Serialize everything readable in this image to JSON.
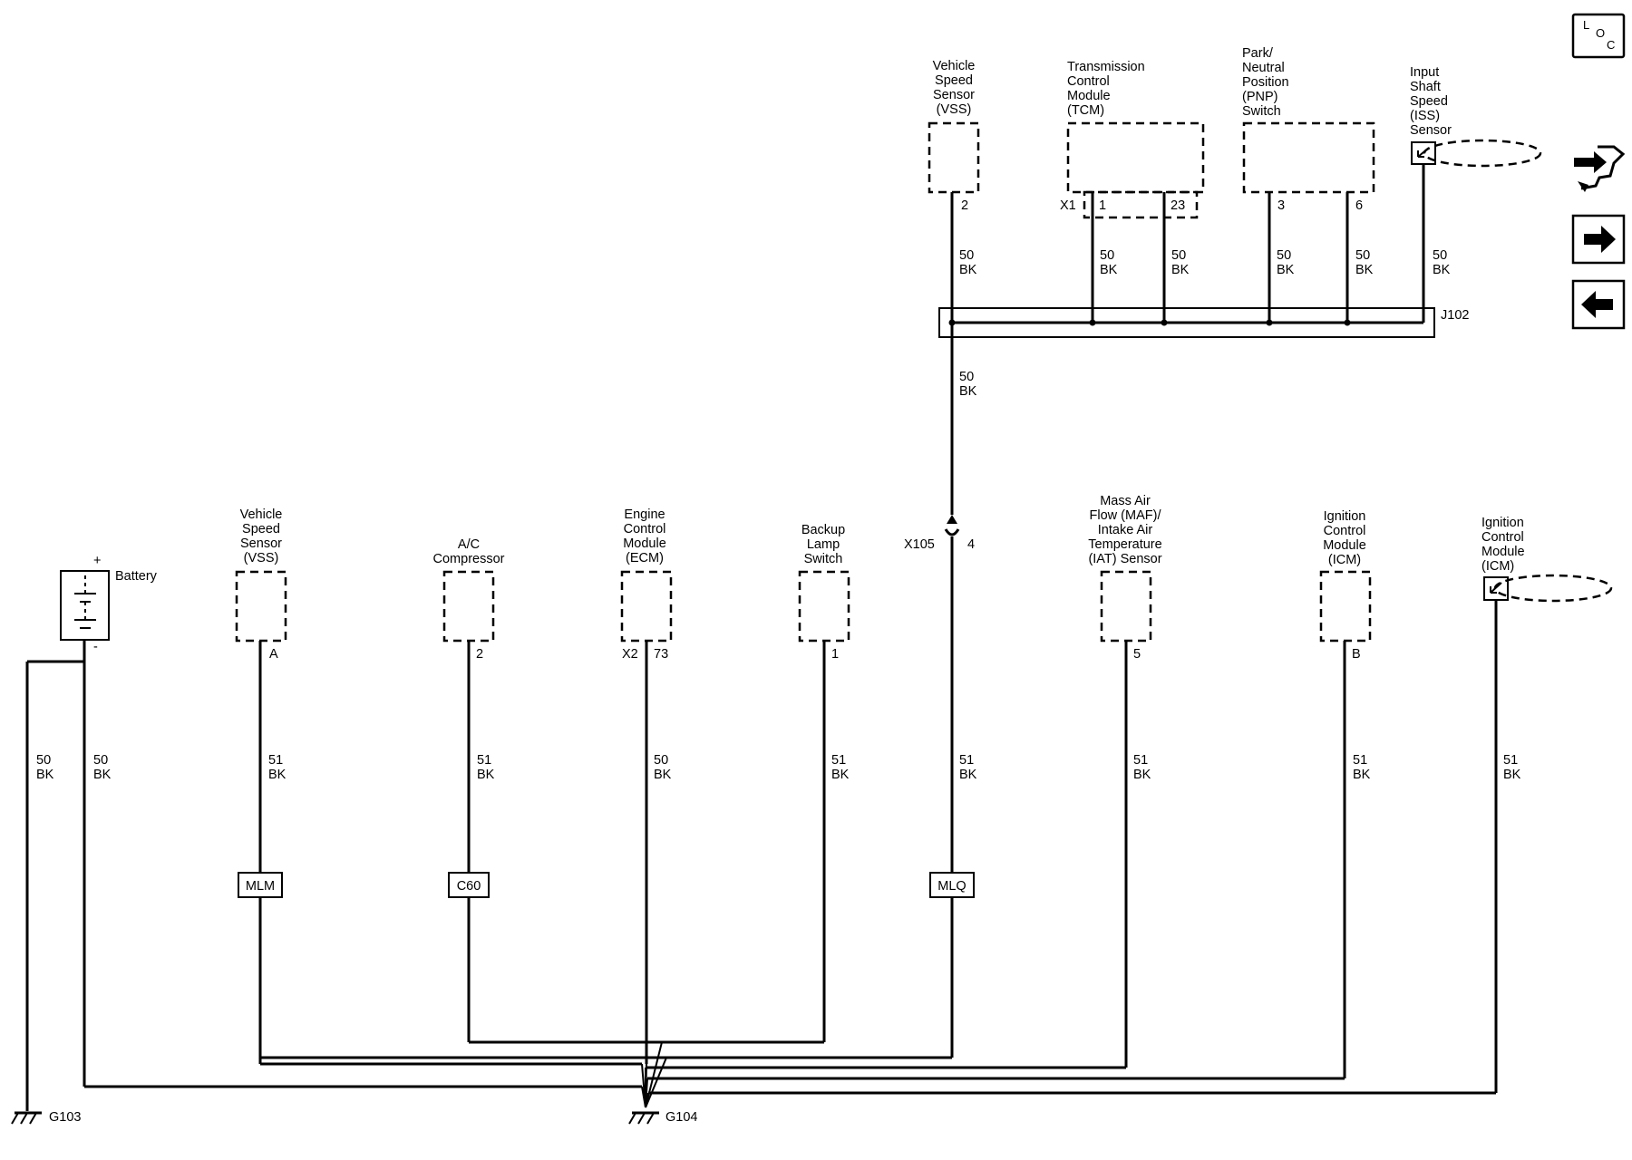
{
  "top_components": {
    "vss": {
      "lines": [
        "Vehicle",
        "Speed",
        "Sensor",
        "(VSS)"
      ],
      "pin": "2"
    },
    "tcm": {
      "lines": [
        "Transmission",
        "Control",
        "Module",
        "(TCM)"
      ],
      "connector": "X1",
      "pins": [
        "1",
        "23"
      ]
    },
    "pnp": {
      "lines": [
        "Park/",
        "Neutral",
        "Position",
        "(PNP)",
        "Switch"
      ],
      "pins": [
        "3",
        "6"
      ]
    },
    "iss": {
      "lines": [
        "Input",
        "Shaft",
        "Speed",
        "(ISS)",
        "Sensor"
      ]
    }
  },
  "splice_j102": "J102",
  "inline_x105": {
    "name": "X105",
    "pin": "4"
  },
  "battery": {
    "label": "Battery",
    "plus": "+",
    "minus": "-"
  },
  "bottom_components": {
    "vss": {
      "lines": [
        "Vehicle",
        "Speed",
        "Sensor",
        "(VSS)"
      ],
      "pin": "A"
    },
    "ac": {
      "lines": [
        "A/C",
        "Compressor"
      ],
      "pin": "2"
    },
    "ecm": {
      "lines": [
        "Engine",
        "Control",
        "Module",
        "(ECM)"
      ],
      "connector": "X2",
      "pin": "73"
    },
    "backup": {
      "lines": [
        "Backup",
        "Lamp",
        "Switch"
      ],
      "pin": "1"
    },
    "maf": {
      "lines": [
        "Mass Air",
        "Flow (MAF)/",
        "Intake Air",
        "Temperature",
        "(IAT) Sensor"
      ],
      "pin": "5"
    },
    "icm1": {
      "lines": [
        "Ignition",
        "Control",
        "Module",
        "(ICM)"
      ],
      "pin": "B"
    },
    "icm2": {
      "lines": [
        "Ignition",
        "Control",
        "Module",
        "(ICM)"
      ]
    }
  },
  "wires": {
    "top_vss": [
      "50",
      "BK"
    ],
    "tcm1": [
      "50",
      "BK"
    ],
    "tcm23": [
      "50",
      "BK"
    ],
    "pnp3": [
      "50",
      "BK"
    ],
    "pnp6": [
      "50",
      "BK"
    ],
    "iss": [
      "50",
      "BK"
    ],
    "trunk": [
      "50",
      "BK"
    ],
    "g103": [
      "50",
      "BK"
    ],
    "battery_neg": [
      "50",
      "BK"
    ],
    "vss": [
      "51",
      "BK"
    ],
    "ac": [
      "51",
      "BK"
    ],
    "ecm": [
      "50",
      "BK"
    ],
    "backup": [
      "51",
      "BK"
    ],
    "x105": [
      "51",
      "BK"
    ],
    "maf": [
      "51",
      "BK"
    ],
    "icm1": [
      "51",
      "BK"
    ],
    "icm2": [
      "51",
      "BK"
    ]
  },
  "options": {
    "mlm": "MLM",
    "c60": "C60",
    "mlq": "MLQ"
  },
  "grounds": {
    "g103": "G103",
    "g104": "G104"
  },
  "loc": {
    "l": "L",
    "o": "O",
    "c": "C"
  },
  "colors": {
    "ink": "#000000",
    "background": "#ffffff"
  }
}
